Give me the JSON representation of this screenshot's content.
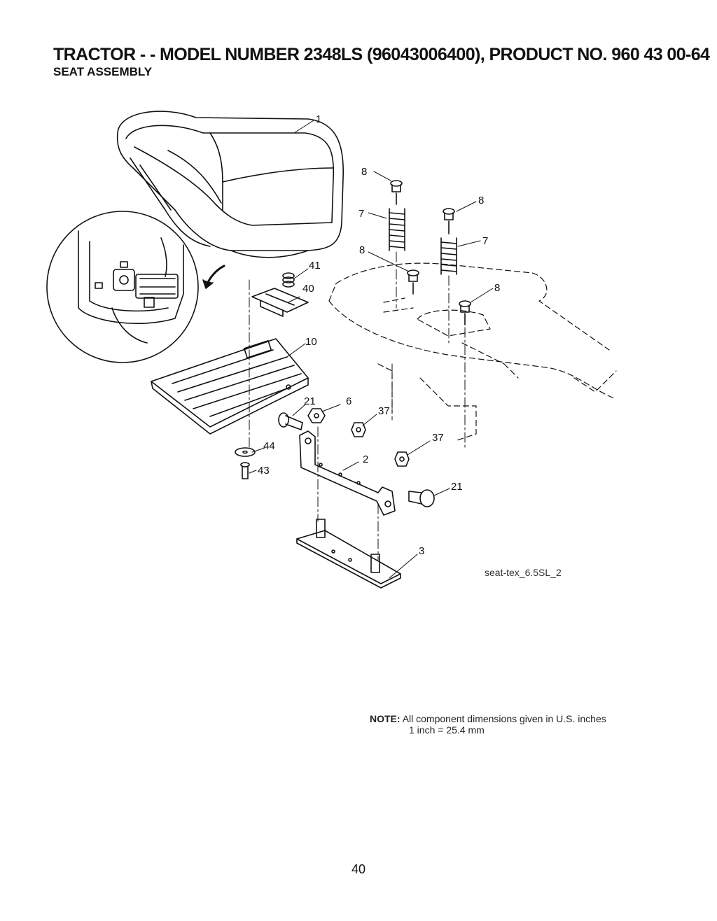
{
  "header": {
    "title": "TRACTOR - - MODEL NUMBER 2348LS (96043006400), PRODUCT NO. 960 43 00-64",
    "subtitle": "SEAT ASSEMBLY"
  },
  "diagram": {
    "figure_id": "seat-tex_6.5SL_2",
    "callouts": {
      "seat": "1",
      "bolt_8_top": "8",
      "spring_7_left": "7",
      "bolt_8_right": "8",
      "spring_7_right": "7",
      "bolt_8_mid": "8",
      "bolt_8_far": "8",
      "spring_41": "41",
      "clip_40": "40",
      "seat_pan_10": "10",
      "bolt_21_left": "21",
      "nut_6": "6",
      "nut_37_upper": "37",
      "nut_37_lower": "37",
      "washer_44": "44",
      "screw_43": "43",
      "bracket_2": "2",
      "bolt_21_right": "21",
      "plate_3": "3"
    }
  },
  "note": {
    "label": "NOTE:",
    "line1": "All component dimensions given in U.S. inches",
    "line2": "1 inch = 25.4 mm"
  },
  "page_number": "40"
}
